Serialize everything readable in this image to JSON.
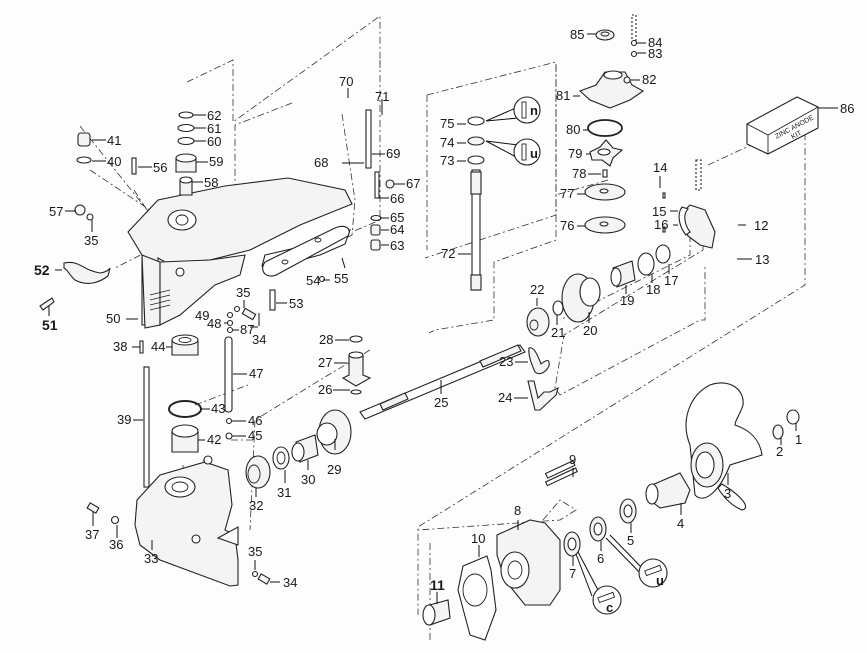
{
  "diagram": {
    "type": "exploded-parts-view",
    "subject": "Outboard motor lower unit (gearcase) exploded view",
    "kit_box_text": [
      "ZINC ANODE",
      "KIT"
    ],
    "callouts": [
      {
        "id": "1",
        "label": "1",
        "bold": false
      },
      {
        "id": "2",
        "label": "2",
        "bold": false
      },
      {
        "id": "3",
        "label": "3",
        "bold": false
      },
      {
        "id": "4",
        "label": "4",
        "bold": false
      },
      {
        "id": "5",
        "label": "5",
        "bold": false
      },
      {
        "id": "6",
        "label": "6",
        "bold": false
      },
      {
        "id": "7",
        "label": "7",
        "bold": false
      },
      {
        "id": "8",
        "label": "8",
        "bold": false
      },
      {
        "id": "9",
        "label": "9",
        "bold": false
      },
      {
        "id": "10",
        "label": "10",
        "bold": false
      },
      {
        "id": "11",
        "label": "11",
        "bold": true
      },
      {
        "id": "12",
        "label": "12",
        "bold": false
      },
      {
        "id": "13",
        "label": "13",
        "bold": false
      },
      {
        "id": "14",
        "label": "14",
        "bold": false
      },
      {
        "id": "15",
        "label": "15",
        "bold": false
      },
      {
        "id": "16",
        "label": "16",
        "bold": false
      },
      {
        "id": "17",
        "label": "17",
        "bold": false
      },
      {
        "id": "18",
        "label": "18",
        "bold": false
      },
      {
        "id": "19",
        "label": "19",
        "bold": false
      },
      {
        "id": "20",
        "label": "20",
        "bold": false
      },
      {
        "id": "21",
        "label": "21",
        "bold": false
      },
      {
        "id": "22",
        "label": "22",
        "bold": false
      },
      {
        "id": "23",
        "label": "23",
        "bold": false
      },
      {
        "id": "24",
        "label": "24",
        "bold": false
      },
      {
        "id": "25",
        "label": "25",
        "bold": false
      },
      {
        "id": "26",
        "label": "26",
        "bold": false
      },
      {
        "id": "27",
        "label": "27",
        "bold": false
      },
      {
        "id": "28",
        "label": "28",
        "bold": false
      },
      {
        "id": "29",
        "label": "29",
        "bold": false
      },
      {
        "id": "30",
        "label": "30",
        "bold": false
      },
      {
        "id": "31",
        "label": "31",
        "bold": false
      },
      {
        "id": "32",
        "label": "32",
        "bold": false
      },
      {
        "id": "33",
        "label": "33",
        "bold": false
      },
      {
        "id": "34a",
        "label": "34",
        "bold": false
      },
      {
        "id": "34b",
        "label": "34",
        "bold": false
      },
      {
        "id": "35a",
        "label": "35",
        "bold": false
      },
      {
        "id": "35b",
        "label": "35",
        "bold": false
      },
      {
        "id": "35c",
        "label": "35",
        "bold": false
      },
      {
        "id": "36",
        "label": "36",
        "bold": false
      },
      {
        "id": "37",
        "label": "37",
        "bold": false
      },
      {
        "id": "38",
        "label": "38",
        "bold": false
      },
      {
        "id": "39",
        "label": "39",
        "bold": false
      },
      {
        "id": "40",
        "label": "40",
        "bold": false
      },
      {
        "id": "41",
        "label": "41",
        "bold": false
      },
      {
        "id": "42",
        "label": "42",
        "bold": false
      },
      {
        "id": "43",
        "label": "43",
        "bold": false
      },
      {
        "id": "44",
        "label": "44",
        "bold": false
      },
      {
        "id": "45",
        "label": "45",
        "bold": false
      },
      {
        "id": "46",
        "label": "46",
        "bold": false
      },
      {
        "id": "47",
        "label": "47",
        "bold": false
      },
      {
        "id": "48",
        "label": "48",
        "bold": false
      },
      {
        "id": "49",
        "label": "49",
        "bold": false
      },
      {
        "id": "50",
        "label": "50",
        "bold": false
      },
      {
        "id": "51",
        "label": "51",
        "bold": true
      },
      {
        "id": "52",
        "label": "52",
        "bold": true
      },
      {
        "id": "53",
        "label": "53",
        "bold": false
      },
      {
        "id": "54",
        "label": "54",
        "bold": false
      },
      {
        "id": "55",
        "label": "55",
        "bold": false
      },
      {
        "id": "56",
        "label": "56",
        "bold": false
      },
      {
        "id": "57",
        "label": "57",
        "bold": false
      },
      {
        "id": "58",
        "label": "58",
        "bold": false
      },
      {
        "id": "59",
        "label": "59",
        "bold": false
      },
      {
        "id": "60",
        "label": "60",
        "bold": false
      },
      {
        "id": "61",
        "label": "61",
        "bold": false
      },
      {
        "id": "62",
        "label": "62",
        "bold": false
      },
      {
        "id": "63",
        "label": "63",
        "bold": false
      },
      {
        "id": "64",
        "label": "64",
        "bold": false
      },
      {
        "id": "65",
        "label": "65",
        "bold": false
      },
      {
        "id": "66",
        "label": "66",
        "bold": false
      },
      {
        "id": "67",
        "label": "67",
        "bold": false
      },
      {
        "id": "68",
        "label": "68",
        "bold": false
      },
      {
        "id": "69",
        "label": "69",
        "bold": false
      },
      {
        "id": "70",
        "label": "70",
        "bold": false
      },
      {
        "id": "71",
        "label": "71",
        "bold": false
      },
      {
        "id": "72",
        "label": "72",
        "bold": false
      },
      {
        "id": "73",
        "label": "73",
        "bold": false
      },
      {
        "id": "74",
        "label": "74",
        "bold": false
      },
      {
        "id": "75",
        "label": "75",
        "bold": false
      },
      {
        "id": "76",
        "label": "76",
        "bold": false
      },
      {
        "id": "77",
        "label": "77",
        "bold": false
      },
      {
        "id": "78",
        "label": "78",
        "bold": false
      },
      {
        "id": "79",
        "label": "79",
        "bold": false
      },
      {
        "id": "80",
        "label": "80",
        "bold": false
      },
      {
        "id": "81",
        "label": "81",
        "bold": false
      },
      {
        "id": "82",
        "label": "82",
        "bold": false
      },
      {
        "id": "83",
        "label": "83",
        "bold": false
      },
      {
        "id": "84",
        "label": "84",
        "bold": false
      },
      {
        "id": "85",
        "label": "85",
        "bold": false
      },
      {
        "id": "86",
        "label": "86",
        "bold": false
      },
      {
        "id": "87",
        "label": "87",
        "bold": false
      }
    ],
    "detail_insets": [
      {
        "id": "inset-75",
        "glyph": "n"
      },
      {
        "id": "inset-74",
        "glyph": "u"
      },
      {
        "id": "inset-6",
        "glyph": "u"
      },
      {
        "id": "inset-7",
        "glyph": "c"
      }
    ]
  }
}
